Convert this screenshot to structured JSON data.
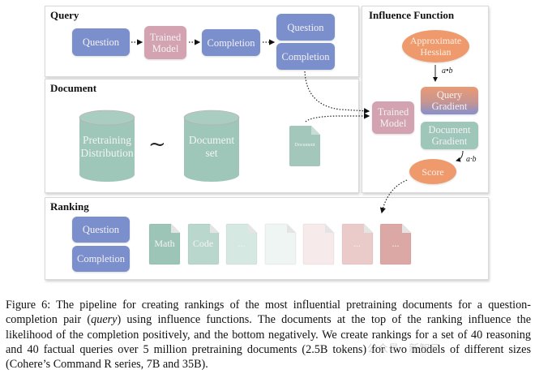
{
  "query_panel": {
    "title": "Query",
    "question": "Question",
    "trained_model": [
      "Trained",
      "Model"
    ],
    "completion": "Completion",
    "pair_question": "Question",
    "pair_completion": "Completion"
  },
  "document_panel": {
    "title": "Document",
    "pretraining_distribution": [
      "Pretraining",
      "Distribution"
    ],
    "similar_symbol": "~",
    "document_set": [
      "Document",
      "set"
    ],
    "document_icon_label": "Document"
  },
  "influence_panel": {
    "title": "Influence Function",
    "approx_hessian": [
      "Approximate",
      "Hessian"
    ],
    "op_hessian": "a•b",
    "trained_model": [
      "Trained",
      "Model"
    ],
    "query_gradient": [
      "Query",
      "Gradient"
    ],
    "document_gradient": [
      "Document",
      "Gradient"
    ],
    "op_score": "a·b",
    "score": "Score"
  },
  "ranking_panel": {
    "title": "Ranking",
    "question": "Question",
    "completion": "Completion",
    "documents": [
      {
        "label": "Math",
        "color": "#9cc4b7"
      },
      {
        "label": "Code",
        "color": "#b9d7cd"
      },
      {
        "label": "...",
        "color": "#d6e8e2"
      },
      {
        "label": "",
        "color": "#eef5f3"
      },
      {
        "label": "",
        "color": "#f7eaea"
      },
      {
        "label": "...",
        "color": "#ebcaca"
      },
      {
        "label": "...",
        "color": "#dba8a5"
      }
    ]
  },
  "colors": {
    "query_blue": "#7b8fcc",
    "model_pink": "#d3a3b2",
    "doc_green": "#9ec6b9",
    "influence_orange": "#ef9a6c"
  },
  "caption": {
    "lines": [
      "Figure 6: The pipeline for creating rankings of the most influential pretraining documents for a",
      "question-completion pair (query) using influence functions. The documents at the top of the ranking",
      "influence the likelihood of the completion positively, and the bottom negatively. We create rankings",
      "for a set of 40 reasoning and 40 factual queries over 5 million pretraining documents (2.5B tokens)",
      "for two models of different sizes (Cohere’s Command R series, 7B and 35B)."
    ],
    "prefix": "Figure 6: The pipeline for creating rankings of the most influential pretraining documents for a question-completion pair (",
    "italic": "query",
    "suffix": ") using influence functions. The documents at the top of the ranking influence the likelihood of the completion positively, and the bottom negatively. We create rankings for a set of 40 reasoning and 40 factual queries over 5 million pretraining documents (2.5B tokens) for two models of different sizes (Cohere’s Command R series, 7B and 35B)."
  },
  "watermark": "公众号 · 新智元"
}
